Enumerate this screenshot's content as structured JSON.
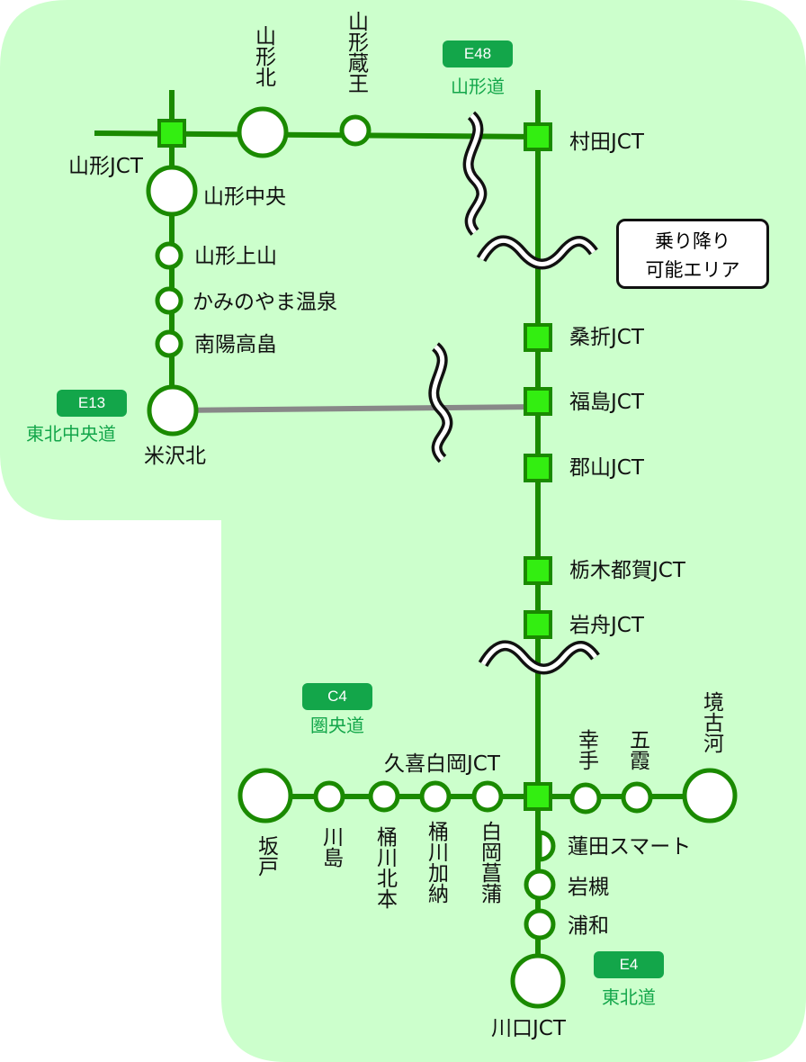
{
  "colors": {
    "area_fill": "#ccffcc",
    "line": "#1a8a00",
    "jct_fill": "#33ee11",
    "badge_bg": "#13a64a",
    "road_name": "#13a64a",
    "gray_line": "#888888"
  },
  "legend": {
    "line1": "乗り降り",
    "line2": "可能エリア"
  },
  "routes": {
    "e48": {
      "badge": "E48",
      "name": "山形道"
    },
    "e13": {
      "badge": "E13",
      "name": "東北中央道"
    },
    "c4": {
      "badge": "C4",
      "name": "圏央道"
    },
    "e4": {
      "badge": "E4",
      "name": "東北道"
    }
  },
  "nodes": {
    "yamagata_jct": "山形JCT",
    "yamagata_kita": "山形北",
    "yamagata_zao": "山形蔵王",
    "murata_jct": "村田JCT",
    "yamagata_chuo": "山形中央",
    "yamagata_kaminoyama": "山形上山",
    "kaminoyama_onsen": "かみのやま温泉",
    "nanyo_takahata": "南陽高畠",
    "yonezawa_kita": "米沢北",
    "kuwaori_jct": "桑折JCT",
    "fukushima_jct": "福島JCT",
    "koriyama_jct": "郡山JCT",
    "tochigitsuga_jct": "栃木都賀JCT",
    "iwafune_jct": "岩舟JCT",
    "kuki_shiraoka_jct": "久喜白岡JCT",
    "sakado": "坂戸",
    "kawajima": "川島",
    "okegawa_kitamoto": "桶川北本",
    "okegawa_kano": "桶川加納",
    "shiraoka_shobu": "白岡菖蒲",
    "satte": "幸手",
    "goka": "五霞",
    "sakaikoga": "境古河",
    "hasuda_smart": "蓮田スマート",
    "iwatsuki": "岩槻",
    "urawa": "浦和",
    "kawaguchi_jct": "川口JCT"
  }
}
